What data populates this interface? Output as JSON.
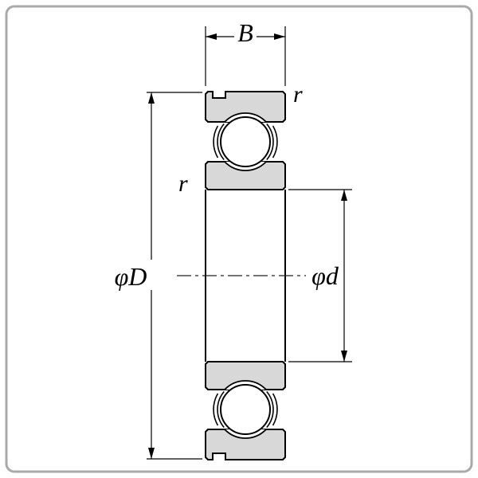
{
  "diagram": {
    "labels": {
      "width": "B",
      "outer_diameter": "φD",
      "bore_diameter": "φd",
      "outer_chamfer": "r",
      "inner_chamfer": "r"
    },
    "colors": {
      "background": "#ffffff",
      "line": "#000000",
      "ring_fill": "#d8d8d8",
      "frame_border": "#a9a9a9"
    }
  }
}
